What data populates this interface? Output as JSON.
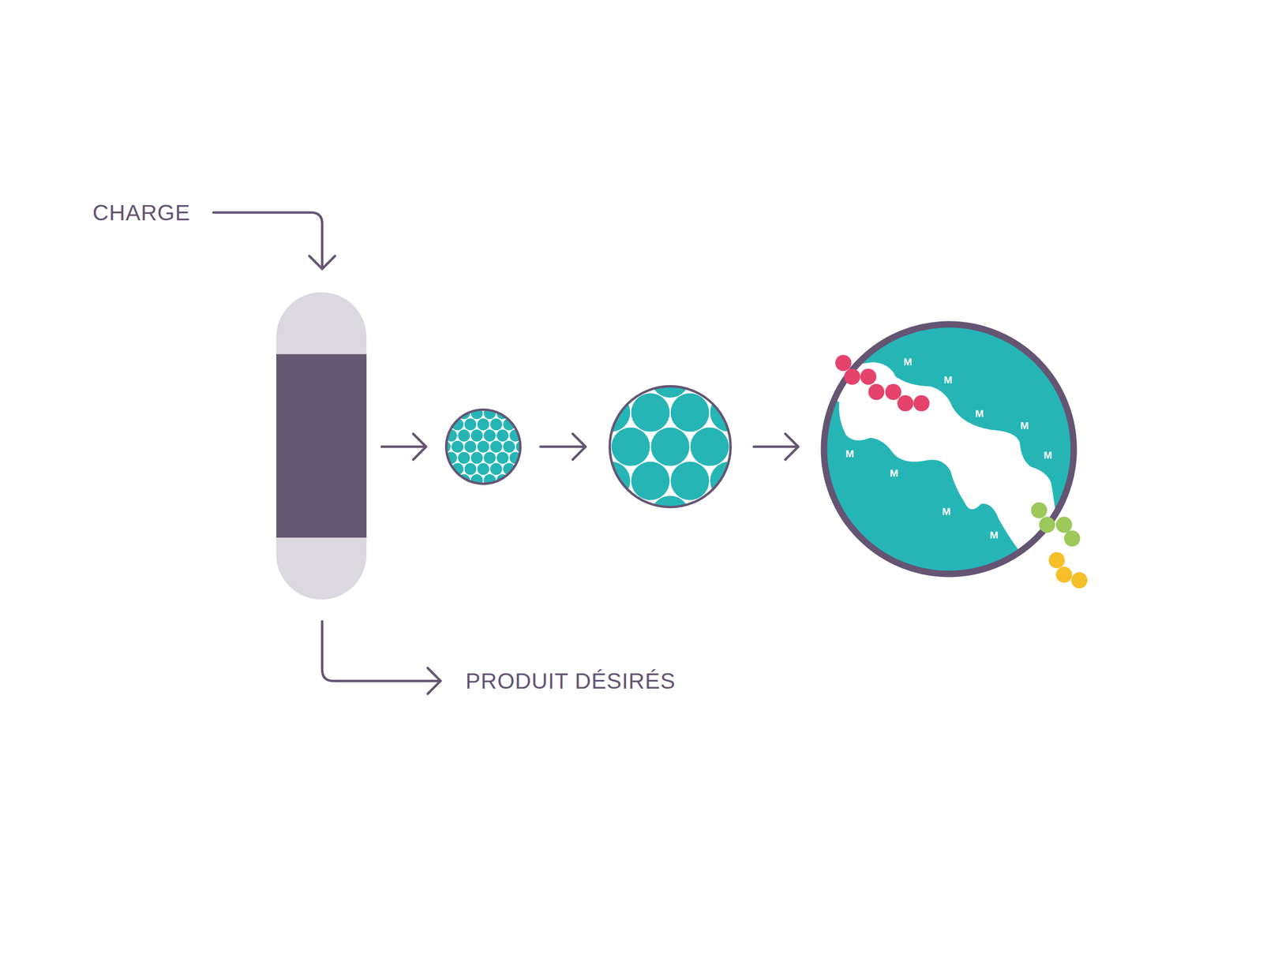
{
  "diagram": {
    "labels": [
      "CHARGE",
      "PRODUIT DÉSIRÉS",
      "M",
      "M",
      "M",
      "M",
      "M",
      "M",
      "M",
      "M",
      "M"
    ]
  }
}
